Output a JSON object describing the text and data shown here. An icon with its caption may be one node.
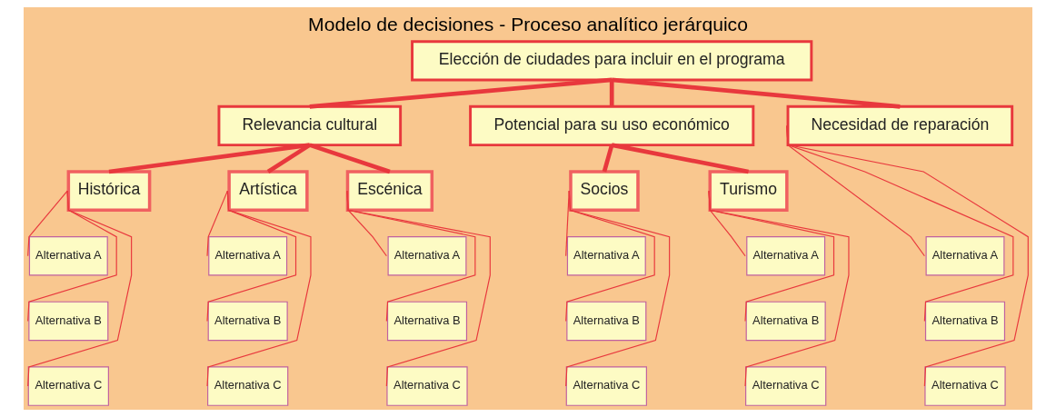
{
  "diagram": {
    "title": "Modelo de decisiones - Proceso analítico jerárquico",
    "nodes": [
      {
        "text": [
          "Elección de ciudades para incluir en el programa"
        ]
      },
      {
        "text": [
          "Relevancia cultural"
        ]
      },
      {
        "text": [
          "Potencial para su uso económico"
        ]
      },
      {
        "text": [
          "Necesidad de reparación"
        ]
      },
      {
        "text": [
          "Histórica"
        ]
      },
      {
        "text": [
          "Artística"
        ]
      },
      {
        "text": [
          "Escénica"
        ]
      },
      {
        "text": [
          "Socios"
        ]
      },
      {
        "text": [
          "Turismo"
        ]
      },
      {
        "text": [
          "Alternativa A"
        ]
      },
      {
        "text": [
          "Alternativa A"
        ]
      },
      {
        "text": [
          "Alternativa A"
        ]
      },
      {
        "text": [
          "Alternativa A"
        ]
      },
      {
        "text": [
          "Alternativa A"
        ]
      },
      {
        "text": [
          "Alternativa A"
        ]
      },
      {
        "text": [
          "Alternativa B"
        ]
      },
      {
        "text": [
          "Alternativa B"
        ]
      },
      {
        "text": [
          "Alternativa B"
        ]
      },
      {
        "text": [
          "Alternativa B"
        ]
      },
      {
        "text": [
          "Alternativa B"
        ]
      },
      {
        "text": [
          "Alternativa B"
        ]
      },
      {
        "text": [
          "Alternativa C"
        ]
      },
      {
        "text": [
          "Alternativa C"
        ]
      },
      {
        "text": [
          "Alternativa C"
        ]
      },
      {
        "text": [
          "Alternativa C"
        ]
      },
      {
        "text": [
          "Alternativa C"
        ]
      },
      {
        "text": [
          "Alternativa C"
        ]
      }
    ],
    "edges": [
      {
        "from": 0,
        "to": 1,
        "arrow": "none",
        "style": "thick"
      },
      {
        "from": 0,
        "to": 2,
        "arrow": "none",
        "style": "thick"
      },
      {
        "from": 0,
        "to": 3,
        "arrow": "none",
        "style": "thick"
      },
      {
        "from": 1,
        "to": 4,
        "arrow": "none",
        "style": "thick"
      },
      {
        "from": 1,
        "to": 5,
        "arrow": "none",
        "style": "thick"
      },
      {
        "from": 1,
        "to": 6,
        "arrow": "none",
        "style": "thick"
      },
      {
        "from": 2,
        "to": 7,
        "arrow": "none",
        "style": "thick"
      },
      {
        "from": 2,
        "to": 8,
        "arrow": "none",
        "style": "thick"
      },
      {
        "from": 4,
        "to": 9,
        "arrow": "none"
      },
      {
        "from": 4,
        "to": 15,
        "arrow": "none"
      },
      {
        "from": 4,
        "to": 21,
        "arrow": "none"
      },
      {
        "from": 5,
        "to": 10,
        "arrow": "none"
      },
      {
        "from": 5,
        "to": 16,
        "arrow": "none"
      },
      {
        "from": 5,
        "to": 22,
        "arrow": "none"
      },
      {
        "from": 6,
        "to": 11,
        "arrow": "none"
      },
      {
        "from": 6,
        "to": 17,
        "arrow": "none"
      },
      {
        "from": 6,
        "to": 23,
        "arrow": "none"
      },
      {
        "from": 7,
        "to": 12,
        "arrow": "none"
      },
      {
        "from": 7,
        "to": 18,
        "arrow": "none"
      },
      {
        "from": 7,
        "to": 24,
        "arrow": "none"
      },
      {
        "from": 8,
        "to": 13,
        "arrow": "none"
      },
      {
        "from": 8,
        "to": 19,
        "arrow": "none"
      },
      {
        "from": 8,
        "to": 25,
        "arrow": "none"
      },
      {
        "from": 3,
        "to": 14,
        "arrow": "none"
      },
      {
        "from": 3,
        "to": 20,
        "arrow": "none"
      },
      {
        "from": 3,
        "to": 26,
        "arrow": "none"
      }
    ]
  }
}
